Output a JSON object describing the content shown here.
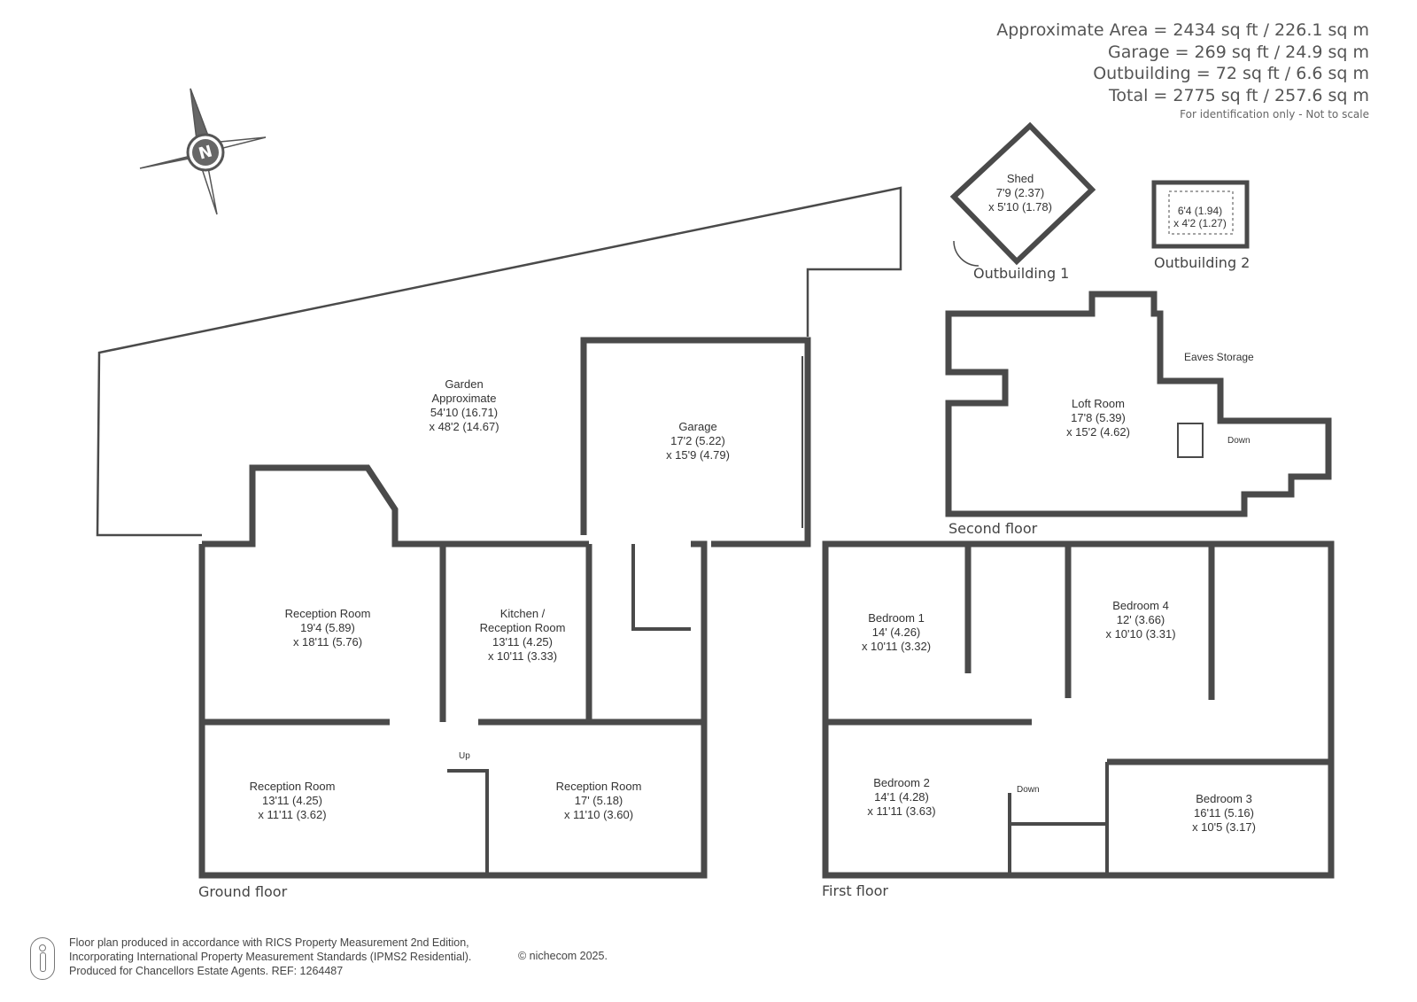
{
  "areas": {
    "approximate": "Approximate Area = 2434 sq ft / 226.1 sq m",
    "garage": "Garage = 269 sq ft / 24.9 sq m",
    "outbuilding": "Outbuilding = 72 sq ft / 6.6 sq m",
    "total": "Total = 2775 sq ft / 257.6 sq m",
    "note": "For identification only - Not to scale"
  },
  "compass_letter": "N",
  "rooms": {
    "garden": {
      "name": "Garden",
      "l2": "Approximate",
      "l3": "54'10 (16.71)",
      "l4": "x 48'2 (14.67)"
    },
    "garage": {
      "name": "Garage",
      "l2": "17'2 (5.22)",
      "l3": "x 15'9 (4.79)"
    },
    "shed": {
      "name": "Shed",
      "l2": "7'9 (2.37)",
      "l3": "x 5'10 (1.78)"
    },
    "outbuilding2": {
      "l1": "6'4 (1.94)",
      "l2": "x 4'2 (1.27)"
    },
    "loft": {
      "name": "Loft Room",
      "l2": "17'8 (5.39)",
      "l3": "x 15'2 (4.62)"
    },
    "reception1": {
      "name": "Reception Room",
      "l2": "19'4 (5.89)",
      "l3": "x 18'11 (5.76)"
    },
    "kitchen": {
      "name": "Kitchen /",
      "l2": "Reception Room",
      "l3": "13'11 (4.25)",
      "l4": "x 10'11 (3.33)"
    },
    "reception2": {
      "name": "Reception Room",
      "l2": "13'11 (4.25)",
      "l3": "x 11'11 (3.62)"
    },
    "reception3": {
      "name": "Reception Room",
      "l2": "17' (5.18)",
      "l3": "x 11'10 (3.60)"
    },
    "bedroom1": {
      "name": "Bedroom 1",
      "l2": "14' (4.26)",
      "l3": "x 10'11 (3.32)"
    },
    "bedroom2": {
      "name": "Bedroom 2",
      "l2": "14'1 (4.28)",
      "l3": "x 11'11 (3.63)"
    },
    "bedroom3": {
      "name": "Bedroom 3",
      "l2": "16'11 (5.16)",
      "l3": "x 10'5 (3.17)"
    },
    "bedroom4": {
      "name": "Bedroom 4",
      "l2": "12' (3.66)",
      "l3": "x 10'10 (3.31)"
    }
  },
  "labels": {
    "outbuilding1": "Outbuilding 1",
    "outbuilding2": "Outbuilding 2",
    "eaves": "Eaves Storage",
    "down": "Down",
    "up": "Up",
    "second_floor": "Second floor",
    "ground_floor": "Ground floor",
    "first_floor": "First floor"
  },
  "footer": {
    "line1": "Floor plan produced in accordance with RICS Property Measurement 2nd Edition,",
    "line2": "Incorporating International Property Measurement Standards (IPMS2 Residential).",
    "line3": "Produced for Chancellors Estate Agents.   REF:  1264487",
    "copyright": "© nichecom 2025."
  },
  "colors": {
    "wall": "#4a4a4a",
    "text": "#333333"
  }
}
